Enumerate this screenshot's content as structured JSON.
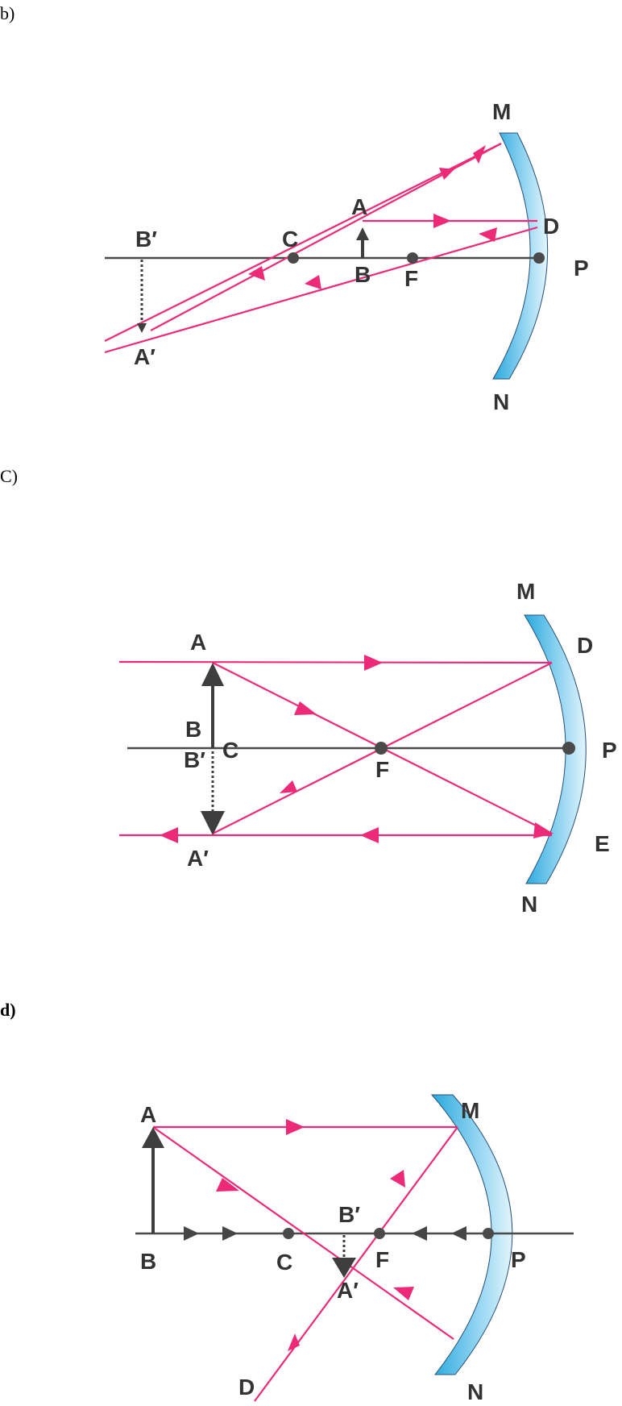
{
  "parts": {
    "b": {
      "tag": "b)"
    },
    "c": {
      "tag": "C)"
    },
    "d": {
      "tag": "d)"
    }
  },
  "labels": {
    "b": {
      "M": "M",
      "N": "N",
      "A": "A",
      "B": "B",
      "C": "C",
      "F": "F",
      "D": "D",
      "P": "P",
      "B_prime": "B′",
      "A_prime": "A′"
    },
    "c": {
      "M": "M",
      "N": "N",
      "A": "A",
      "B": "B",
      "C": "C",
      "F": "F",
      "D": "D",
      "E": "E",
      "P": "P",
      "B_prime": "B′",
      "A_prime": "A′"
    },
    "d": {
      "M": "M",
      "N": "N",
      "A": "A",
      "B": "B",
      "C": "C",
      "F": "F",
      "D": "D",
      "P": "P",
      "B_prime": "B′",
      "A_prime": "A′"
    }
  },
  "colors": {
    "ray": "#ec2a78",
    "axis": "#4a4a4a",
    "mirror_light": "#e2f5fc",
    "mirror_dark": "#29a9dd"
  }
}
